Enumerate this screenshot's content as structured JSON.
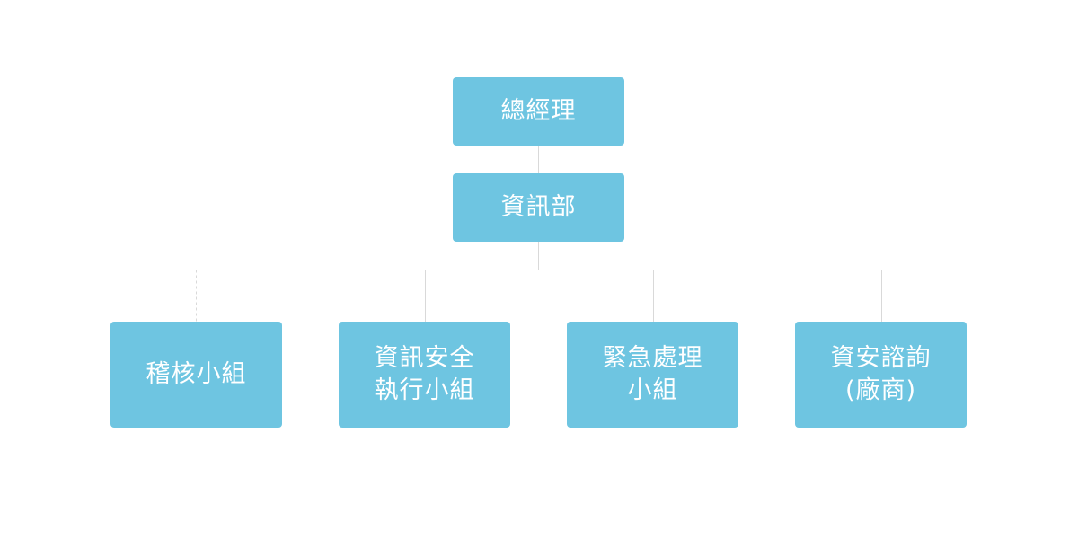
{
  "colors": {
    "node_fill": "#6ec5e1",
    "node_text": "#ffffff",
    "connector": "#d9d9d9"
  },
  "nodes": {
    "ceo": {
      "label": "總經理"
    },
    "it_department": {
      "label": "資訊部"
    },
    "audit_group": {
      "label": "稽核小組"
    },
    "infosec_group": {
      "label": "資訊安全\n執行小組"
    },
    "emergency_group": {
      "label": "緊急處理\n小組"
    },
    "consulting_vendor": {
      "label": "資安諮詢\n(廠商)"
    }
  },
  "edges": [
    {
      "from": "ceo",
      "to": "it_department",
      "style": "solid"
    },
    {
      "from": "it_department",
      "to": "infosec_group",
      "style": "solid"
    },
    {
      "from": "it_department",
      "to": "emergency_group",
      "style": "solid"
    },
    {
      "from": "it_department",
      "to": "consulting_vendor",
      "style": "solid"
    },
    {
      "from": "it_department",
      "to": "audit_group",
      "style": "dashed"
    }
  ]
}
